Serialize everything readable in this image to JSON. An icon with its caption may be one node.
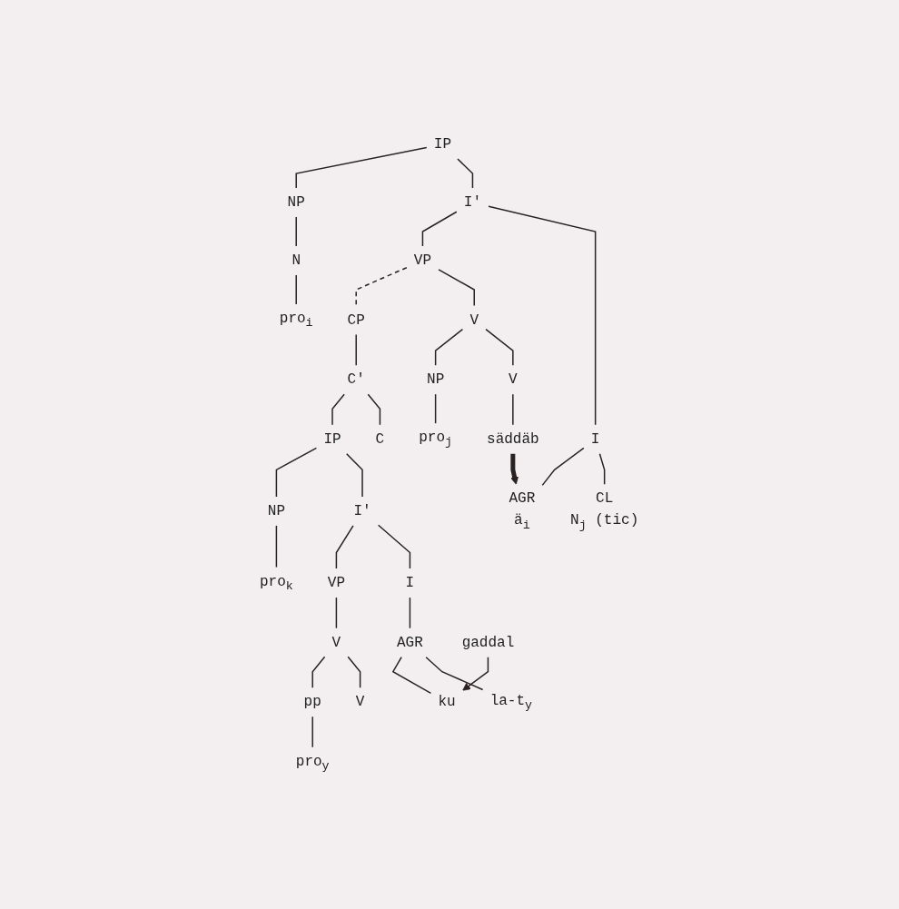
{
  "diagram": {
    "nodes": [
      {
        "text": [
          "IP"
        ]
      },
      {
        "text": [
          "NP"
        ]
      },
      {
        "text": [
          "I'"
        ]
      },
      {
        "text": [
          "N"
        ]
      },
      {
        "text": [
          "pro$_{i}$"
        ]
      },
      {
        "text": [
          "VP"
        ]
      },
      {
        "text": [
          "I"
        ]
      },
      {
        "text": [
          "CP"
        ]
      },
      {
        "text": [
          "V"
        ]
      },
      {
        "text": [
          "AGR",
          "ä$_{i}$"
        ]
      },
      {
        "text": [
          "CL",
          "N$_{j}$"
        ],
        "beside": [
          "(tic)"
        ]
      },
      {
        "text": [
          "NP"
        ]
      },
      {
        "text": [
          "V"
        ]
      },
      {
        "text": [
          "C'"
        ]
      },
      {
        "text": [
          "pro$_{j}$"
        ]
      },
      {
        "text": [
          "säddäb"
        ]
      },
      {
        "text": [
          "IP"
        ]
      },
      {
        "text": [
          "C"
        ]
      },
      {
        "text": [
          "NP"
        ]
      },
      {
        "text": [
          "I'"
        ]
      },
      {
        "text": [
          "pro$_{k}$"
        ]
      },
      {
        "text": [
          "VP"
        ]
      },
      {
        "text": [
          "I"
        ]
      },
      {
        "text": [
          "V"
        ]
      },
      {
        "text": [
          "AGR"
        ]
      },
      {
        "text": [
          "pp"
        ]
      },
      {
        "text": [
          "V"
        ]
      },
      {
        "text": [
          "ku"
        ]
      },
      {
        "text": [
          "la-t$_{y}$"
        ]
      },
      {
        "text": [
          "pro$_{y}$"
        ]
      },
      {
        "text": [
          "gaddal"
        ]
      }
    ],
    "edges": [
      {
        "from": 0,
        "to": 1,
        "arrow": "none"
      },
      {
        "from": 0,
        "to": 2,
        "arrow": "none"
      },
      {
        "from": 1,
        "to": 3,
        "arrow": "none"
      },
      {
        "from": 3,
        "to": 4,
        "arrow": "none"
      },
      {
        "from": 2,
        "to": 5,
        "arrow": "none"
      },
      {
        "from": 2,
        "to": 6,
        "arrow": "none"
      },
      {
        "from": 5,
        "to": 7,
        "arrow": "none",
        "style": "dashed"
      },
      {
        "from": 5,
        "to": 8,
        "arrow": "none"
      },
      {
        "from": 6,
        "to": 9,
        "arrow": "none"
      },
      {
        "from": 6,
        "to": 10,
        "arrow": "none"
      },
      {
        "from": 8,
        "to": 11,
        "arrow": "none"
      },
      {
        "from": 8,
        "to": 12,
        "arrow": "none"
      },
      {
        "from": 7,
        "to": 13,
        "arrow": "none"
      },
      {
        "from": 11,
        "to": 14,
        "arrow": "none"
      },
      {
        "from": 12,
        "to": 15,
        "arrow": "none"
      },
      {
        "from": 13,
        "to": 16,
        "arrow": "none"
      },
      {
        "from": 13,
        "to": 17,
        "arrow": "none"
      },
      {
        "from": 16,
        "to": 18,
        "arrow": "none"
      },
      {
        "from": 16,
        "to": 19,
        "arrow": "none"
      },
      {
        "from": 18,
        "to": 20,
        "arrow": "none"
      },
      {
        "from": 19,
        "to": 21,
        "arrow": "none"
      },
      {
        "from": 19,
        "to": 22,
        "arrow": "none"
      },
      {
        "from": 21,
        "to": 23,
        "arrow": "none"
      },
      {
        "from": 22,
        "to": 24,
        "arrow": "none"
      },
      {
        "from": 23,
        "to": 25,
        "arrow": "none"
      },
      {
        "from": 23,
        "to": 26,
        "arrow": "none"
      },
      {
        "from": 24,
        "to": 27,
        "arrow": "none"
      },
      {
        "from": 24,
        "to": 28,
        "arrow": "none"
      },
      {
        "from": 25,
        "to": 29,
        "arrow": "none"
      },
      {
        "from": 15,
        "to": 9,
        "arrow": "to",
        "style": "thick"
      },
      {
        "from": 30,
        "to": 27,
        "arrow": "to"
      }
    ]
  }
}
